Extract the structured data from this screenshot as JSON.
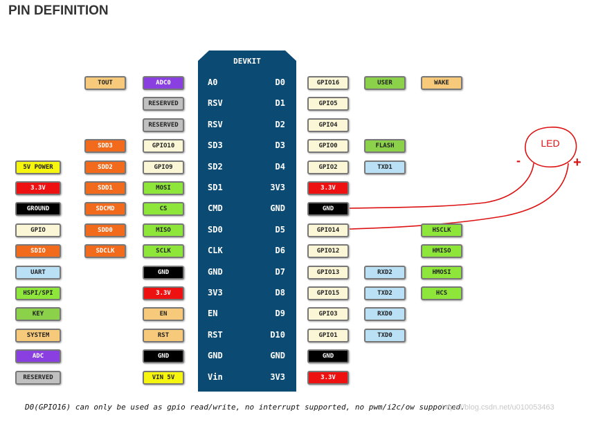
{
  "title": "PIN DEFINITION",
  "board_name": "DEVKIT",
  "colors": {
    "board": "#0b4a73",
    "led_wire": "#dd1111"
  },
  "styles": {
    "tout": {
      "bg": "#f7c97a",
      "fg": "#222222"
    },
    "adc": {
      "bg": "#8a3fe0",
      "fg": "#ffffff"
    },
    "reserved": {
      "bg": "#c0c0c0",
      "fg": "#222222"
    },
    "sdio": {
      "bg": "#f26a1b",
      "fg": "#ffffff"
    },
    "gpio": {
      "bg": "#fbf7d6",
      "fg": "#222222"
    },
    "hspi": {
      "bg": "#8ee63a",
      "fg": "#222222"
    },
    "gnd": {
      "bg": "#000000",
      "fg": "#ffffff"
    },
    "power33": {
      "bg": "#ee1111",
      "fg": "#ffffff"
    },
    "system": {
      "bg": "#f7c97a",
      "fg": "#222222"
    },
    "power5": {
      "bg": "#f5f510",
      "fg": "#222222"
    },
    "key": {
      "bg": "#8bd14a",
      "fg": "#222222"
    },
    "uart": {
      "bg": "#b9e0f5",
      "fg": "#222222"
    }
  },
  "legend": [
    {
      "text": "5V POWER",
      "style": "power5"
    },
    {
      "text": "3.3V",
      "style": "power33"
    },
    {
      "text": "GROUND",
      "style": "gnd"
    },
    {
      "text": "GPIO",
      "style": "gpio"
    },
    {
      "text": "SDIO",
      "style": "sdio"
    },
    {
      "text": "UART",
      "style": "uart"
    },
    {
      "text": "HSPI/SPI",
      "style": "hspi"
    },
    {
      "text": "KEY",
      "style": "key"
    },
    {
      "text": "SYSTEM",
      "style": "system"
    },
    {
      "text": "ADC",
      "style": "adc"
    },
    {
      "text": "RESERVED",
      "style": "reserved"
    }
  ],
  "left_pins": [
    {
      "label": "A0",
      "func": [
        {
          "text": "TOUT",
          "style": "tout"
        },
        {
          "text": "ADC0",
          "style": "adc"
        }
      ]
    },
    {
      "label": "RSV",
      "func": [
        {
          "text": "RESERVED",
          "style": "reserved"
        }
      ]
    },
    {
      "label": "RSV",
      "func": [
        {
          "text": "RESERVED",
          "style": "reserved"
        }
      ]
    },
    {
      "label": "SD3",
      "func": [
        {
          "text": "SDD3",
          "style": "sdio"
        },
        {
          "text": "GPIO10",
          "style": "gpio"
        }
      ]
    },
    {
      "label": "SD2",
      "func": [
        {
          "text": "SDD2",
          "style": "sdio"
        },
        {
          "text": "GPIO9",
          "style": "gpio"
        }
      ]
    },
    {
      "label": "SD1",
      "func": [
        {
          "text": "SDD1",
          "style": "sdio"
        },
        {
          "text": "MOSI",
          "style": "hspi"
        }
      ]
    },
    {
      "label": "CMD",
      "func": [
        {
          "text": "SDCMD",
          "style": "sdio"
        },
        {
          "text": "CS",
          "style": "hspi"
        }
      ]
    },
    {
      "label": "SD0",
      "func": [
        {
          "text": "SDD0",
          "style": "sdio"
        },
        {
          "text": "MISO",
          "style": "hspi"
        }
      ]
    },
    {
      "label": "CLK",
      "func": [
        {
          "text": "SDCLK",
          "style": "sdio"
        },
        {
          "text": "SCLK",
          "style": "hspi"
        }
      ]
    },
    {
      "label": "GND",
      "func": [
        {
          "text": "GND",
          "style": "gnd"
        }
      ]
    },
    {
      "label": "3V3",
      "func": [
        {
          "text": "3.3V",
          "style": "power33"
        }
      ]
    },
    {
      "label": "EN",
      "func": [
        {
          "text": "EN",
          "style": "system"
        }
      ]
    },
    {
      "label": "RST",
      "func": [
        {
          "text": "RST",
          "style": "system"
        }
      ]
    },
    {
      "label": "GND",
      "func": [
        {
          "text": "GND",
          "style": "gnd"
        }
      ]
    },
    {
      "label": "Vin",
      "func": [
        {
          "text": "VIN 5V",
          "style": "power5"
        }
      ]
    }
  ],
  "right_pins": [
    {
      "label": "D0",
      "func": [
        {
          "text": "GPIO16",
          "style": "gpio"
        },
        {
          "text": "USER",
          "style": "key"
        },
        {
          "text": "WAKE",
          "style": "system"
        }
      ]
    },
    {
      "label": "D1",
      "func": [
        {
          "text": "GPIO5",
          "style": "gpio"
        }
      ]
    },
    {
      "label": "D2",
      "func": [
        {
          "text": "GPIO4",
          "style": "gpio"
        }
      ]
    },
    {
      "label": "D3",
      "func": [
        {
          "text": "GPIO0",
          "style": "gpio"
        },
        {
          "text": "FLASH",
          "style": "key"
        }
      ]
    },
    {
      "label": "D4",
      "func": [
        {
          "text": "GPIO2",
          "style": "gpio"
        },
        {
          "text": "TXD1",
          "style": "uart"
        }
      ]
    },
    {
      "label": "3V3",
      "func": [
        {
          "text": "3.3V",
          "style": "power33"
        }
      ]
    },
    {
      "label": "GND",
      "func": [
        {
          "text": "GND",
          "style": "gnd"
        }
      ]
    },
    {
      "label": "D5",
      "func": [
        {
          "text": "GPIO14",
          "style": "gpio"
        },
        null,
        {
          "text": "HSCLK",
          "style": "hspi"
        }
      ]
    },
    {
      "label": "D6",
      "func": [
        {
          "text": "GPIO12",
          "style": "gpio"
        },
        null,
        {
          "text": "HMISO",
          "style": "hspi"
        }
      ]
    },
    {
      "label": "D7",
      "func": [
        {
          "text": "GPIO13",
          "style": "gpio"
        },
        {
          "text": "RXD2",
          "style": "uart"
        },
        {
          "text": "HMOSI",
          "style": "hspi"
        }
      ]
    },
    {
      "label": "D8",
      "func": [
        {
          "text": "GPIO15",
          "style": "gpio"
        },
        {
          "text": "TXD2",
          "style": "uart"
        },
        {
          "text": "HCS",
          "style": "hspi"
        }
      ]
    },
    {
      "label": "D9",
      "func": [
        {
          "text": "GPIO3",
          "style": "gpio"
        },
        {
          "text": "RXD0",
          "style": "uart"
        }
      ]
    },
    {
      "label": "D10",
      "func": [
        {
          "text": "GPIO1",
          "style": "gpio"
        },
        {
          "text": "TXD0",
          "style": "uart"
        }
      ]
    },
    {
      "label": "GND",
      "func": [
        {
          "text": "GND",
          "style": "gnd"
        }
      ]
    },
    {
      "label": "3V3",
      "func": [
        {
          "text": "3.3V",
          "style": "power33"
        }
      ]
    }
  ],
  "led": {
    "label": "LED",
    "minus": "-",
    "plus": "+"
  },
  "footnote": "D0(GPIO16) can only be used as gpio read/write, no interrupt supported, no pwm/i2c/ow supported.",
  "watermark": "https://blog.csdn.net/u010053463"
}
